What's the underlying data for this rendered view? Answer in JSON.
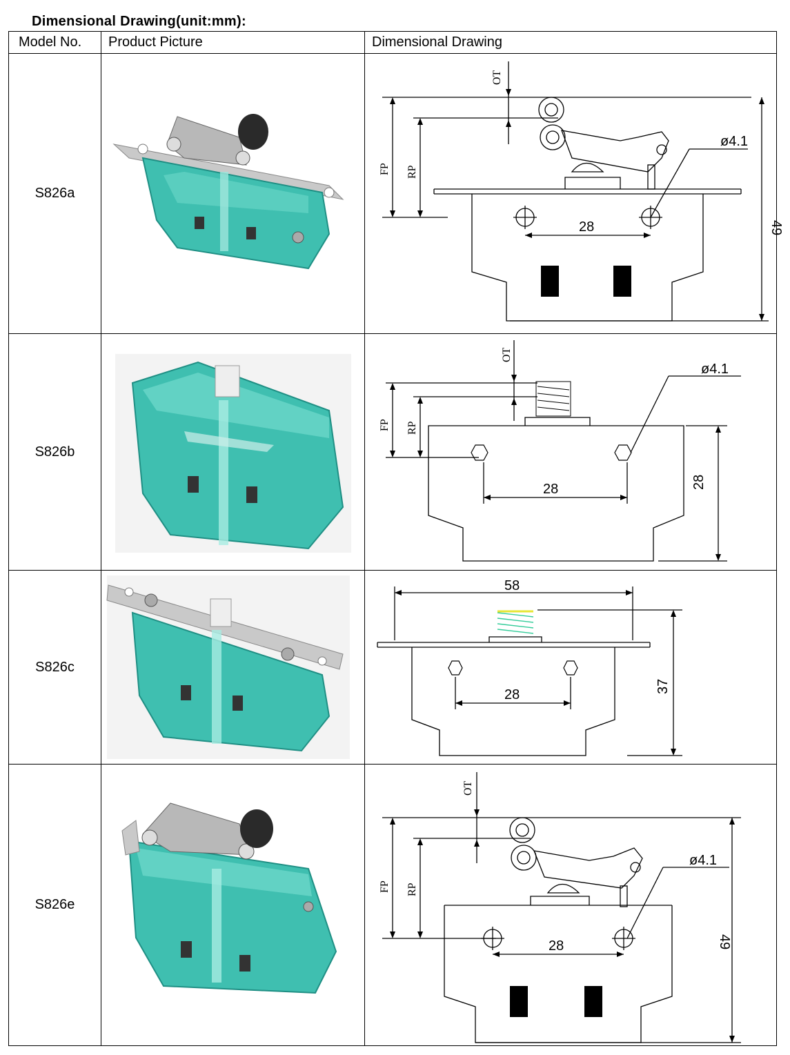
{
  "title": "Dimensional Drawing(unit:mm):",
  "columns": [
    "Model No.",
    "Product Picture",
    "Dimensional Drawing"
  ],
  "colors": {
    "housing": "#3fbfb0",
    "housing_dark": "#1f8f84",
    "metal": "#b8b8b8",
    "roller": "#2a2a2a",
    "spring_green": "#33cc99",
    "spring_yellow": "#e6e633"
  },
  "rows": [
    {
      "model": "S826a",
      "photo_icon": "lever-roller-microswitch",
      "drawing": {
        "ot": "OT",
        "fp": "FP",
        "rp": "RP",
        "hole": "ø4.1",
        "pitch": "28",
        "height": "49"
      }
    },
    {
      "model": "S826b",
      "photo_icon": "plunger-microswitch",
      "drawing": {
        "ot": "OT",
        "fp": "FP",
        "rp": "RP",
        "hole": "ø4.1",
        "pitch": "28",
        "height": "28"
      }
    },
    {
      "model": "S826c",
      "photo_icon": "plunger-mounting-plate-microswitch",
      "drawing": {
        "width": "58",
        "pitch": "28",
        "height": "37"
      }
    },
    {
      "model": "S826e",
      "photo_icon": "lever-roller-microswitch",
      "drawing": {
        "ot": "OT",
        "fp": "FP",
        "rp": "RP",
        "hole": "ø4.1",
        "pitch": "28",
        "height": "49"
      }
    }
  ]
}
